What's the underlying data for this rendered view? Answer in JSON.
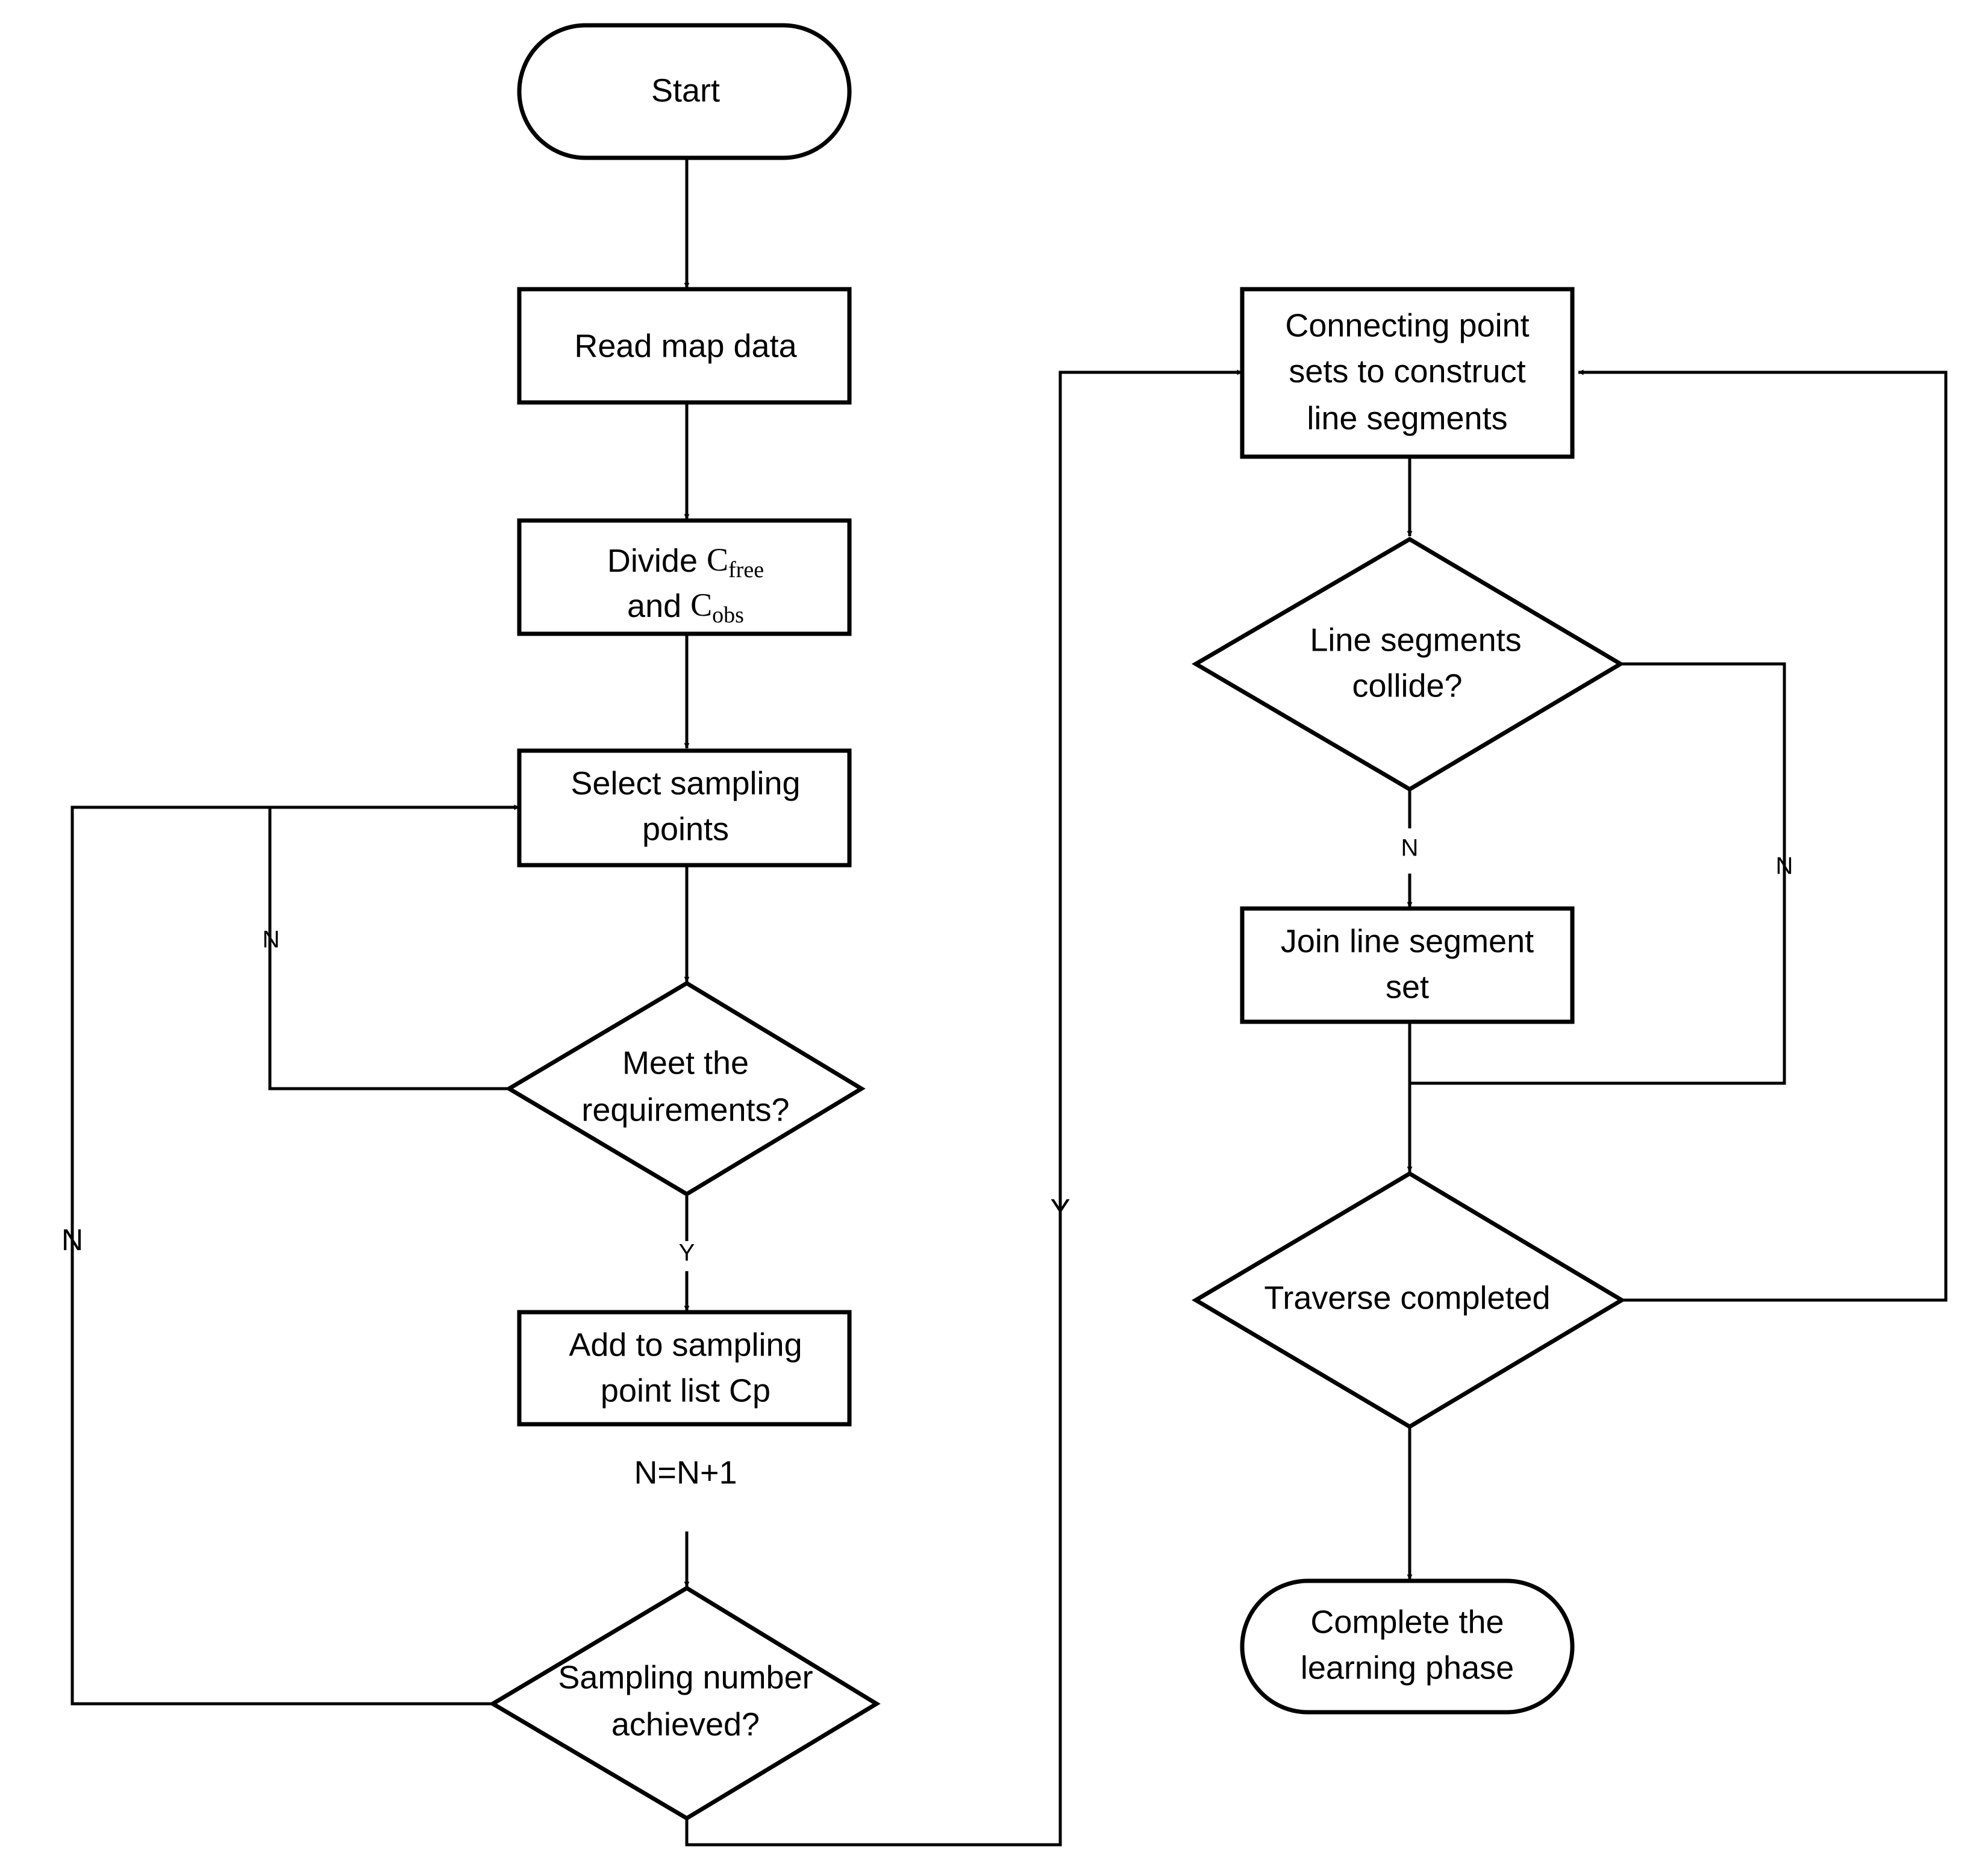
{
  "nodes": {
    "start": {
      "label": "Start"
    },
    "read_map": {
      "label": "Read map data"
    },
    "divide": {
      "line1": "Divide ",
      "c1": "C",
      "c1_sub": "free",
      "line2": "and ",
      "c2": "C",
      "c2_sub": "obs"
    },
    "select_points": {
      "line1": "Select sampling",
      "line2": "points"
    },
    "meet_req": {
      "line1": "Meet the",
      "line2": "requirements?"
    },
    "add_list": {
      "line1": "Add to sampling",
      "line2": "point list Cp"
    },
    "counter": {
      "label": "N=N+1"
    },
    "sampling_number": {
      "line1": "Sampling number",
      "line2": "achieved?"
    },
    "connect_points": {
      "line1": "Connecting point",
      "line2": "sets to construct",
      "line3": "line segments"
    },
    "collide": {
      "line1": "Line segments",
      "line2": "collide?"
    },
    "join_set": {
      "line1": "Join line segment",
      "line2": "set"
    },
    "traverse": {
      "label": "Traverse completed"
    },
    "complete": {
      "line1": "Complete the",
      "line2": "learning phase"
    }
  },
  "edge_labels": {
    "meet_req_no": "N",
    "meet_req_yes": "Y",
    "sampling_no": "N",
    "sampling_yes": "Y",
    "collide_no_down": "N",
    "collide_no_right": "N"
  },
  "colors": {
    "stroke": "#000000",
    "background": "#ffffff"
  }
}
